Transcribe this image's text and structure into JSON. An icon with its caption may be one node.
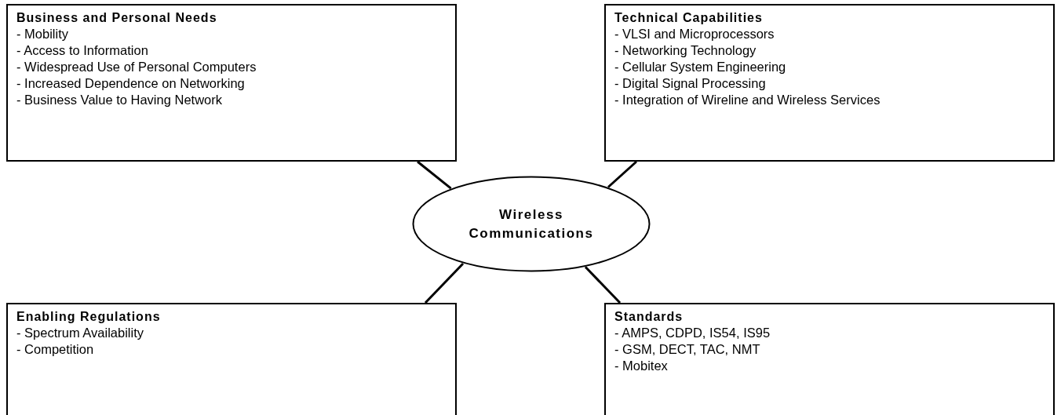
{
  "diagram": {
    "nodes": [
      {
        "text": [
          "Business and Personal Needs",
          "- Mobility",
          "- Access to Information",
          "- Widespread Use of Personal Computers",
          "- Increased Dependence on Networking",
          "- Business Value to Having Network"
        ]
      },
      {
        "text": [
          "Technical Capabilities",
          "- VLSI and Microprocessors",
          "- Networking Technology",
          "- Cellular System Engineering",
          "- Digital Signal Processing",
          "- Integration of Wireline and Wireless Services"
        ]
      },
      {
        "text": [
          "Wireless Communications"
        ]
      },
      {
        "text": [
          "Enabling Regulations",
          "- Spectrum Availability",
          "- Competition"
        ]
      },
      {
        "text": [
          "Standards",
          "- AMPS, CDPD, IS54, IS95",
          "- GSM, DECT, TAC, NMT",
          "- Mobitex"
        ]
      }
    ],
    "edges": [
      {
        "from": 0,
        "to": 2,
        "arrow": "none"
      },
      {
        "from": 1,
        "to": 2,
        "arrow": "none"
      },
      {
        "from": 3,
        "to": 2,
        "arrow": "none"
      },
      {
        "from": 4,
        "to": 2,
        "arrow": "none"
      }
    ]
  }
}
